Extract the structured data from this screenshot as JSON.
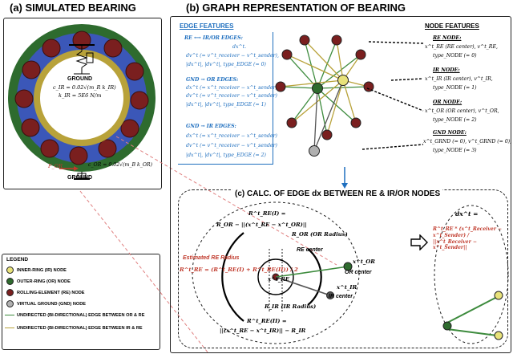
{
  "panel_a": {
    "title": "(a) SIMULATED BEARING",
    "ground_top": "GROUND",
    "c_ir": "c_IR = 0.02√(m_R k_IR)",
    "k_ir": "k_IR = 5E6 N/m",
    "f_or": "F_OR",
    "c_or": "c_OR = 0.02√(m_B k_OR)",
    "ground_bottom": "GROUND"
  },
  "panel_b": {
    "title": "(b) GRAPH REPRESENTATION OF BEARING",
    "edge_features_title": "EDGE FEATURES",
    "re_irOr_heading": "RE ⟷ IR/OR EDGES:",
    "re_irOr_line1": "dx^t.",
    "re_irOr_line2": "dv^t (= v^t_receiver − v^t_sender),",
    "re_irOr_line3": "|dx^t|, |dv^t|, type_EDGE (= 0)",
    "gnd_or_heading": "GND → OR EDGES:",
    "gnd_or_line1": "dx^t (= x^t_receiver − x^t_sender)",
    "gnd_or_line2": "dv^t (= v^t_receiver − v^t_sender)",
    "gnd_or_line3": "|dx^t|, |dv^t|, type_EDGE (= 1)",
    "gnd_ir_heading": "GND → IR EDGES:",
    "gnd_ir_line1": "dx^t (= x^t_receiver − x^t_sender)",
    "gnd_ir_line2": "dv^t (= v^t_receiver − v^t_sender)",
    "gnd_ir_line3": "|dx^t|, |dv^t|, type_EDGE (= 2)",
    "node_features_title": "NODE FEATURES",
    "re_node_heading": "RE NODE:",
    "re_node_line1": "x^t_RE (RE center), v^t_RE,",
    "re_node_line2": "type_NODE (= 0)",
    "ir_node_heading": "IR NODE:",
    "ir_node_line1": "x^t_IR (IR center), v^t_IR,",
    "ir_node_line2": "type_NODE (= 1)",
    "or_node_heading": "OR NODE:",
    "or_node_line1": "x^t_OR (OR center), v^t_OR,",
    "or_node_line2": "type_NODE (= 2)",
    "gnd_node_heading": "GND NODE:",
    "gnd_node_line1": "x^t_GRND (= 0), v^t_GRND (= 0),",
    "gnd_node_line2": "type_NODE (= 3)"
  },
  "panel_c": {
    "title": "(c) CALC. OF EDGE dx BETWEEN RE & IR/OR NODES",
    "r_re_i": "R^t_RE(I) =",
    "r_re_i_expr": "R_OR − ||(x^t_RE − x^t_OR)||",
    "r_or": "R_OR (OR Radius)",
    "re_center": "RE center",
    "estimated_radius": "Estimated RE Radius",
    "r_re_formula": "R^t_RE = (R^t_RE(I) + R^t_RE(II)) / 2",
    "x_re": "x^t_RE",
    "x_or": "x^t_OR",
    "or_center": "OR center",
    "x_ir": "x^t_IR",
    "ir_center": "IR center",
    "r_ir": "R_IR (IR Radius)",
    "r_re_ii": "R^t_RE(II) =",
    "r_re_ii_expr": "||(x^t_RE − x^t_IR)|| − R_IR",
    "dx_title": "dx^t =",
    "dx_formula": "R^t_RE * (x^t_Receiver − x^t_Sender) / ||x^t_Receiver − x^t_Sender||"
  },
  "legend": {
    "title": "LEGEND",
    "items": [
      {
        "label": "INNER-RING (IR) NODE",
        "color": "#e8e27a"
      },
      {
        "label": "OUTER-RING (OR) NODE",
        "color": "#2e6b2e"
      },
      {
        "label": "ROLLING-ELEMENT (RE) NODE",
        "color": "#7a1f1f"
      },
      {
        "label": "VIRTUAL GROUND (GND) NODE",
        "color": "#b0b0b0"
      }
    ],
    "edges": [
      {
        "label": "UNDIRECTED (BI-DIRECTIONAL) EDGE BETWEEN OR & RE",
        "color": "#3d8b3d"
      },
      {
        "label": "UNDIRECTED (BI-DIRECTIONAL) EDGE BETWEEN IR & RE",
        "color": "#b8a23a"
      }
    ]
  },
  "colors": {
    "ir": "#e8e27a",
    "or": "#2e6b2e",
    "re": "#7a1f1f",
    "gnd": "#b0b0b0",
    "edge_or": "#3d8b3d",
    "edge_ir": "#b8a23a",
    "blue": "#1f6fbf",
    "red": "#c0392b"
  }
}
